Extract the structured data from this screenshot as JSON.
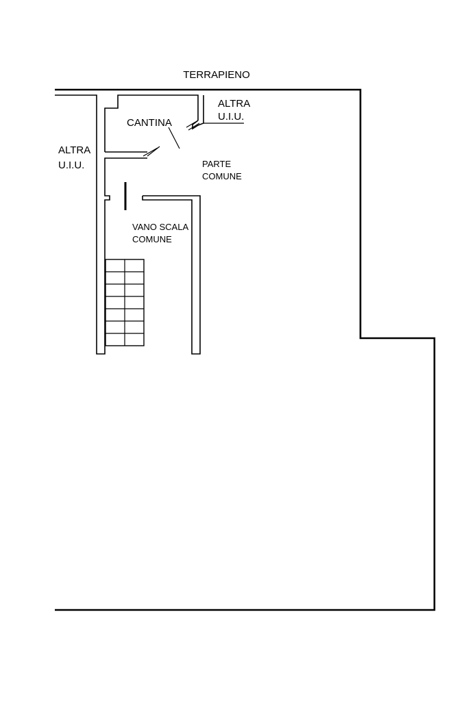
{
  "labels": {
    "terrapieno": "TERRAPIENO",
    "altra_uiu_top_line1": "ALTRA",
    "altra_uiu_top_line2": "U.I.U.",
    "cantina": "CANTINA",
    "altra_uiu_left_line1": "ALTRA",
    "altra_uiu_left_line2": "U.I.U.",
    "parte_comune_line1": "PARTE",
    "parte_comune_line2": "COMUNE",
    "vano_scala_line1": "VANO SCALA",
    "vano_scala_line2": "COMUNE"
  }
}
